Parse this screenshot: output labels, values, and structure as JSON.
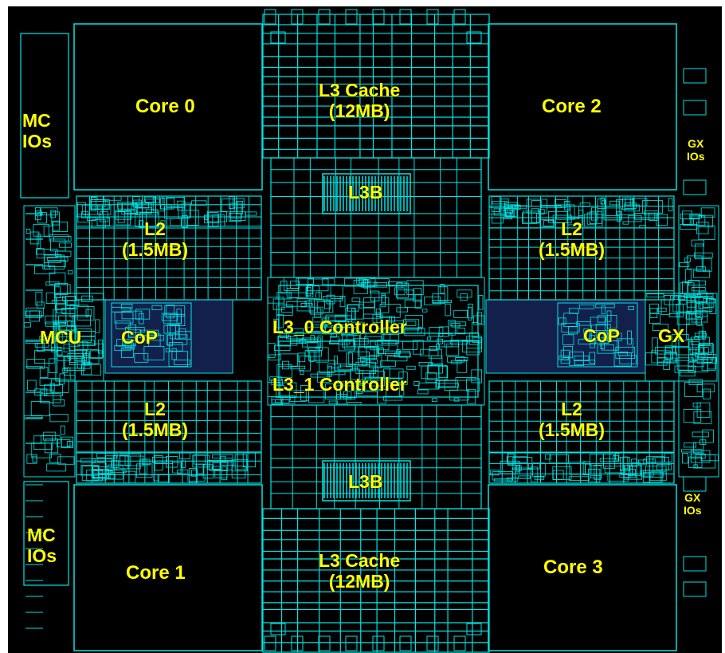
{
  "colors": {
    "background": "#000000",
    "circuit": "#00e5e5",
    "label": "#ffff00",
    "cop_overlay": "#3a5bd9"
  },
  "labels": {
    "core0": "Core 0",
    "core1": "Core 1",
    "core2": "Core 2",
    "core3": "Core 3",
    "l3_cache_top": "L3 Cache",
    "l3_cache_top_size": "(12MB)",
    "l3_cache_bottom": "L3 Cache",
    "l3_cache_bottom_size": "(12MB)",
    "l3b_top": "L3B",
    "l3b_bottom": "L3B",
    "l2": "L2",
    "l2_size": "(1.5MB)",
    "l3_0_controller": "L3_0 Controller",
    "l3_1_controller": "L3_1 Controller",
    "mc_ios_top_1": "MC",
    "mc_ios_top_2": "IOs",
    "mc_ios_bottom_1": "MC",
    "mc_ios_bottom_2": "IOs",
    "mcu": "MCU",
    "cop": "CoP",
    "gx": "GX",
    "gx_ios_1": "GX",
    "gx_ios_2": "IOs"
  }
}
